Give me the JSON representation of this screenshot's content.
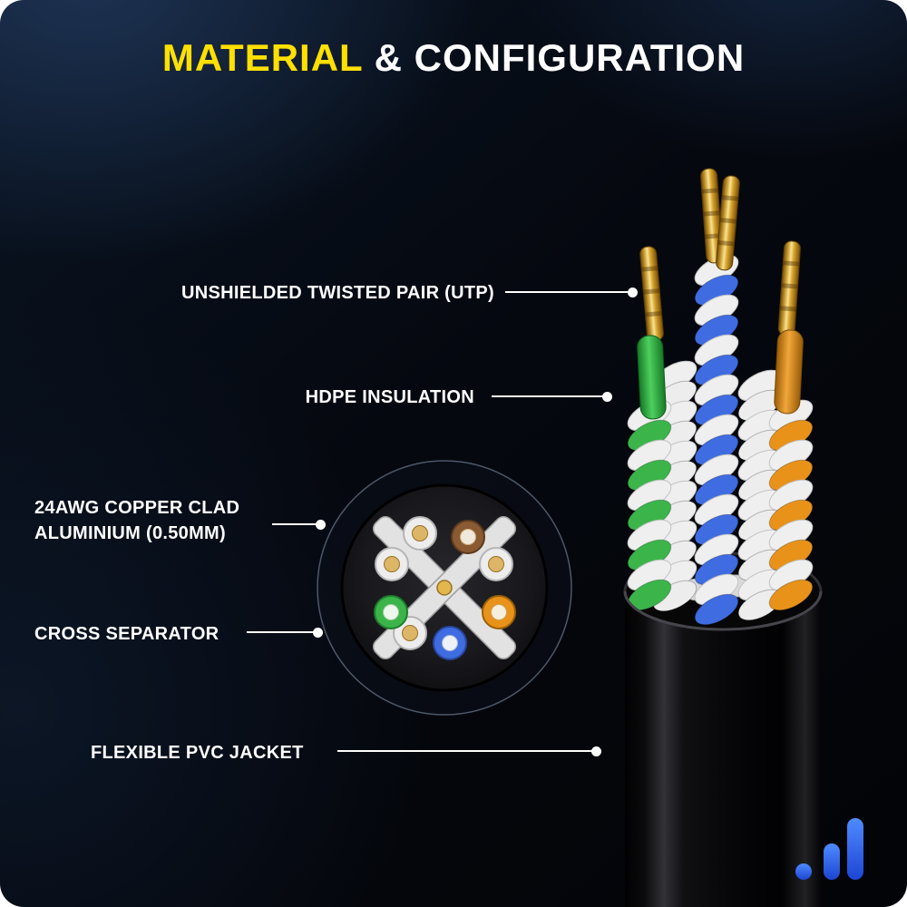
{
  "title": {
    "highlight": "MATERIAL",
    "rest": " & CONFIGURATION"
  },
  "callouts": {
    "utp": "UNSHIELDED TWISTED PAIR (UTP)",
    "hdpe": "HDPE INSULATION",
    "awg_line1": "24AWG COPPER CLAD",
    "awg_line2": "ALUMINIUM (0.50MM)",
    "cross_separator": "CROSS SEPARATOR",
    "pvc_jacket": "FLEXIBLE PVC JACKET"
  },
  "colors": {
    "title_highlight": "#FFE000",
    "title_text": "#FFFFFF",
    "label_text": "#FFFFFF",
    "copper": "#D9A62E",
    "wire_green": "#3BB54A",
    "wire_blue": "#3F6CE0",
    "wire_orange": "#E8921A",
    "wire_brown": "#8A5A33",
    "wire_white": "#EDEDED",
    "jacket_black": "#0A0A0C",
    "logo_blue": "#2E63E8"
  },
  "diagram": {
    "cross_section": {
      "separator": "cross",
      "wires": [
        "white",
        "brown",
        "white",
        "orange",
        "white",
        "blue",
        "white",
        "green"
      ],
      "center": "copper"
    },
    "pairs": [
      "green/white",
      "blue/white",
      "orange/white",
      "brown/white"
    ]
  }
}
